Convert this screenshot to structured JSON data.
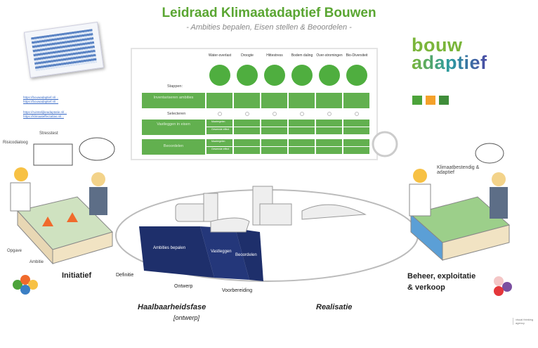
{
  "header": {
    "title": "Leidraad Klimaatadaptief Bouwen",
    "subtitle": "- Ambities bepalen, Eisen stellen & Beoordelen -"
  },
  "table": {
    "stappen_label": "Stappen:",
    "columns": [
      "Water-overlast",
      "Droogte",
      "Hittestress",
      "Bodem daling",
      "Over-stromingen",
      "Bio-Diversiteit"
    ],
    "rows": [
      "Inventariseren ambities",
      "Selecteren",
      "Vastleggen in eisen",
      "Beoordelen"
    ],
    "sub_rows": [
      "Maatregelen",
      "Gewenste effect"
    ]
  },
  "logo": {
    "line1": "bouw",
    "line2": "adaptief"
  },
  "colors": {
    "green": "#5aa632",
    "navy": "#1e2f6b",
    "logo_blue": "#4a4aa5"
  },
  "left_scene": {
    "risicodialoog": "Risicodialoog",
    "stresstest": "Stresstest",
    "opgave": "Opgave",
    "ambitie": "Ambitie"
  },
  "right_scene": {
    "note": "Klimaatbestendig & adaptief"
  },
  "segments": [
    "Ambities bepalen",
    "Vastleggen",
    "Beoordelen"
  ],
  "phases": {
    "initiatief": "Initiatief",
    "definitie": "Definitie",
    "ontwerp": "Ontwerp",
    "voorbereiding": "Voorbereiding",
    "haalbaarheid": "Haalbaarheidsfase",
    "haalbaarheid_sub": "[ontwerp]",
    "realisatie": "Realisatie",
    "beheer_1": "Beheer, exploitatie",
    "beheer_2": "& verkoop"
  },
  "credit": {
    "tagline": "visual thinking agency"
  }
}
